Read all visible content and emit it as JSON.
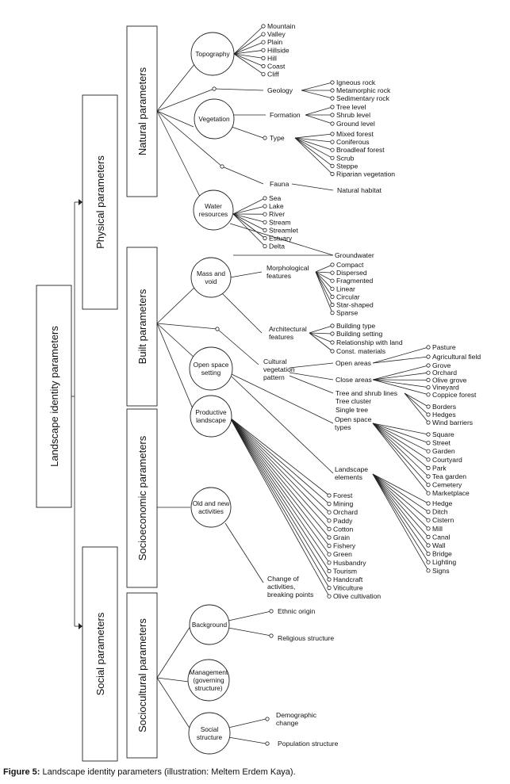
{
  "root": "Landscape identity parameters",
  "level1": {
    "physical": "Physical parameters",
    "social": "Social parameters"
  },
  "level2": {
    "natural": "Natural parameters",
    "built": "Built parameters",
    "socioeconomic": "Socioeconomic parameters",
    "sociocultural": "Sociocultural parameters"
  },
  "nodes": {
    "topography": "Topography",
    "vegetation": "Vegetation",
    "water_resources": [
      "Water",
      "resources"
    ],
    "mass_void": [
      "Mass and",
      "void"
    ],
    "open_space_setting": [
      "Open space",
      "setting"
    ],
    "productive_landscape": [
      "Productive",
      "landscape"
    ],
    "old_new": [
      "Old and new",
      "activities"
    ],
    "background": "Background",
    "management": [
      "Management",
      "(governing",
      "structure)"
    ],
    "social_structure": [
      "Social",
      "structure"
    ]
  },
  "items": {
    "topography": [
      "Mountain",
      "Valley",
      "Plain",
      "Hillside",
      "Hill",
      "Coast",
      "Cliff"
    ],
    "geology": "Geology",
    "geology_items": [
      "Igneous rock",
      "Metamorphic rock",
      "Sedimentary rock"
    ],
    "formation": "Formation",
    "formation_items": [
      "Tree level",
      "Shrub level",
      "Ground level"
    ],
    "type": "Type",
    "type_items": [
      "Mixed forest",
      "Coniferous",
      "Broadleaf forest",
      "Scrub",
      "Steppe",
      "Riparian vegetation"
    ],
    "fauna": "Fauna",
    "natural_habitat": "Natural habitat",
    "water": [
      "Sea",
      "Lake",
      "River",
      "Stream",
      "Streamlet",
      "Estuary",
      "Delta"
    ],
    "groundwater": "Groundwater",
    "morphological": [
      "Morphological",
      "features"
    ],
    "morph_items": [
      "Compact",
      "Dispersed",
      "Fragmented",
      "Linear",
      "Circular",
      "Star-shaped",
      "Sparse"
    ],
    "architectural": [
      "Architectural",
      "features"
    ],
    "arch_items": [
      "Building type",
      "Building setting",
      "Relationship with land",
      "Const. materials"
    ],
    "cultural_veg": [
      "Cultural",
      "vegetation",
      "pattern"
    ],
    "open_areas": "Open areas",
    "open_areas_items": [
      "Pasture",
      "Agricultural field"
    ],
    "close_areas": "Close areas",
    "close_areas_items": [
      "Grove",
      "Orchard",
      "Olive grove",
      "Vineyard",
      "Coppice forest"
    ],
    "tree_shrub": [
      "Tree and shrub lines",
      "Tree cluster",
      "Single tree"
    ],
    "tree_shrub_items": [
      "Borders",
      "Hedges",
      "Wind barriers"
    ],
    "open_space_types": [
      "Open space",
      "types"
    ],
    "ost_items": [
      "Square",
      "Street",
      "Garden",
      "Courtyard",
      "Park",
      "Tea garden",
      "Cemetery",
      "Marketplace"
    ],
    "landscape_elements": [
      "Landscape",
      "elements"
    ],
    "le_items": [
      "Hedge",
      "Ditch",
      "Cistern",
      "Mill",
      "Canal",
      "Wall",
      "Bridge",
      "Lighting",
      "Signs"
    ],
    "productive": [
      "Forest",
      "Mining",
      "Orchard",
      "Paddy",
      "Cotton",
      "Grain",
      "Fishery",
      "Green",
      "Husbandry",
      "Tourism",
      "Handcraft",
      "Viticulture",
      "Olive cultivation"
    ],
    "change": [
      "Change of",
      "activities,",
      "breaking points"
    ],
    "ethnic": "Ethnic origin",
    "religious": "Religious structure",
    "demographic": [
      "Demographic",
      "change"
    ],
    "population": "Population structure"
  },
  "caption": {
    "label": "Figure 5:",
    "text": " Landscape identity parameters (illustration: Meltem Erdem Kaya)."
  }
}
